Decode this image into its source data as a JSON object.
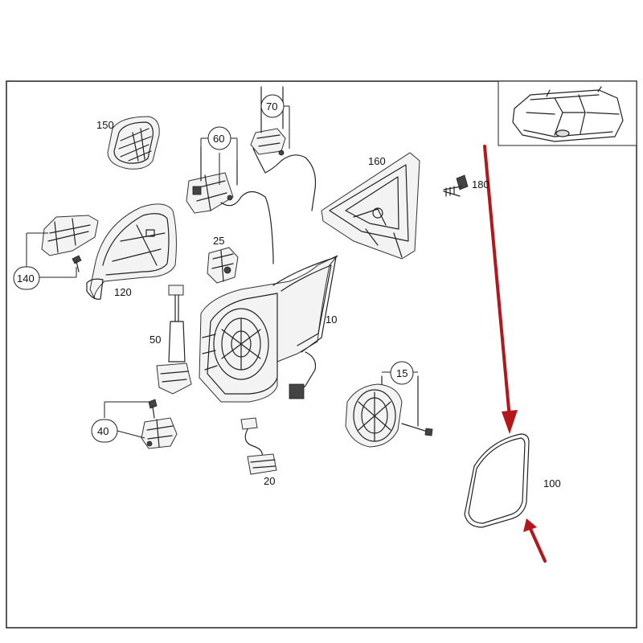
{
  "parts": [
    {
      "id": "part-10",
      "label": "10"
    },
    {
      "id": "part-15",
      "label": "15"
    },
    {
      "id": "part-20",
      "label": "20"
    },
    {
      "id": "part-25",
      "label": "25"
    },
    {
      "id": "part-40",
      "label": "40"
    },
    {
      "id": "part-50",
      "label": "50"
    },
    {
      "id": "part-60",
      "label": "60"
    },
    {
      "id": "part-70",
      "label": "70"
    },
    {
      "id": "part-100",
      "label": "100"
    },
    {
      "id": "part-120",
      "label": "120"
    },
    {
      "id": "part-140",
      "label": "140"
    },
    {
      "id": "part-150",
      "label": "150"
    },
    {
      "id": "part-160",
      "label": "160"
    },
    {
      "id": "part-180",
      "label": "180"
    }
  ],
  "colors": {
    "arrow": "#b3161b",
    "outline": "#222222"
  },
  "icons": {
    "vehicle": "car-top-view-icon"
  }
}
